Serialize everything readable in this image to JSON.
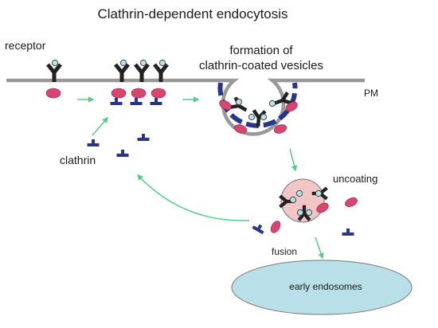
{
  "title": "Clathrin-dependent endocytosis",
  "labels": {
    "receptor": "receptor",
    "formation_line1": "formation of",
    "formation_line2": "clathrin-coated vesicles",
    "pm": "PM",
    "clathrin": "clathrin",
    "uncoating": "uncoating",
    "fusion": "fusion",
    "early_endosomes": "early endosomes"
  },
  "colors": {
    "membrane": "#999999",
    "receptor": "#222222",
    "ligand_fill": "#b8e3e9",
    "ligand_stroke": "#444444",
    "adaptor": "#d9456f",
    "clathrin": "#283588",
    "arrow": "#55cc88",
    "vesicle_fill": "#f2c6c6",
    "endosome_fill": "#b9e0e8"
  }
}
